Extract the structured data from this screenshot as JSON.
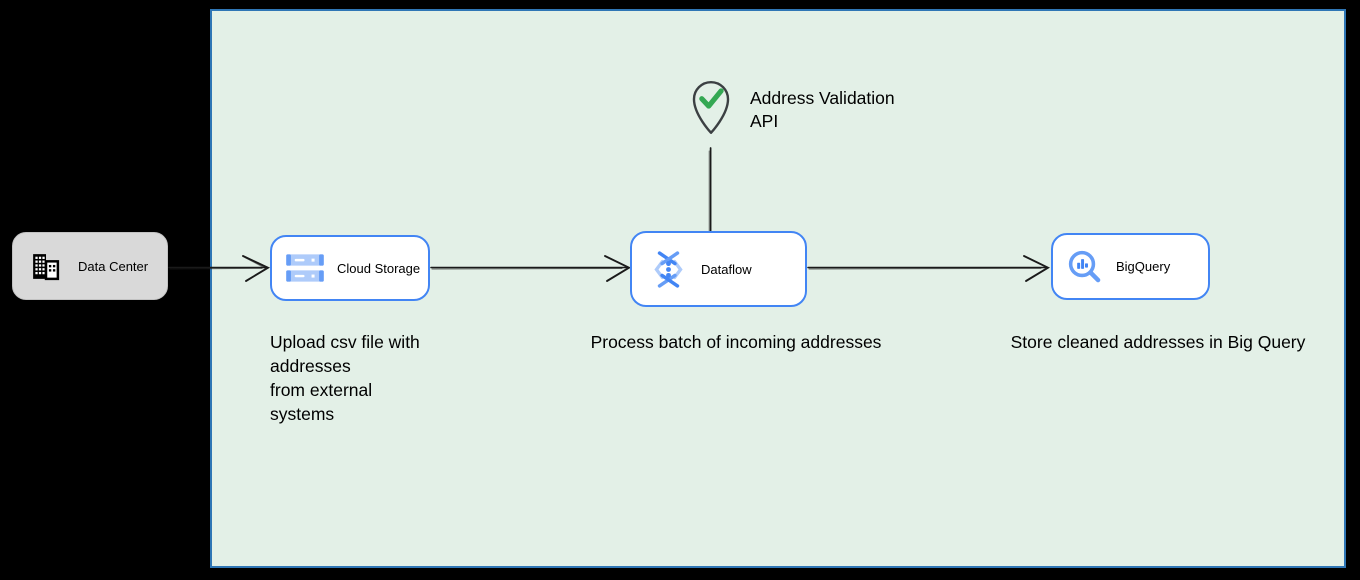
{
  "colors": {
    "canvas_bg": "#000000",
    "panel_bg": "#e3f0e7",
    "panel_border": "#2f76b5",
    "node_border_blue": "#4285f4",
    "node_bg": "#ffffff",
    "external_node_bg": "#d9d9d9",
    "connector_black": "#1a1a1a",
    "check_green": "#34a853",
    "pin_outline_gray": "#3c4043",
    "icon_blue": "#4285f4",
    "icon_blue_mid": "#669df6",
    "icon_blue_light": "#aecbfa"
  },
  "external_node": {
    "label": "Data Center",
    "icon": "building-icon"
  },
  "nodes": [
    {
      "label": "Cloud Storage",
      "icon": "cloud-storage-icon"
    },
    {
      "label": "Dataflow",
      "icon": "dataflow-icon"
    },
    {
      "label": "BigQuery",
      "icon": "bigquery-icon"
    }
  ],
  "api_marker": {
    "label": "Address Validation\nAPI",
    "icon": "location-pin-check-icon"
  },
  "captions": {
    "cloud_storage": "Upload csv file with\naddresses\nfrom external\nsystems",
    "dataflow": "Process batch of incoming addresses",
    "bigquery": "Store cleaned addresses in Big Query"
  }
}
